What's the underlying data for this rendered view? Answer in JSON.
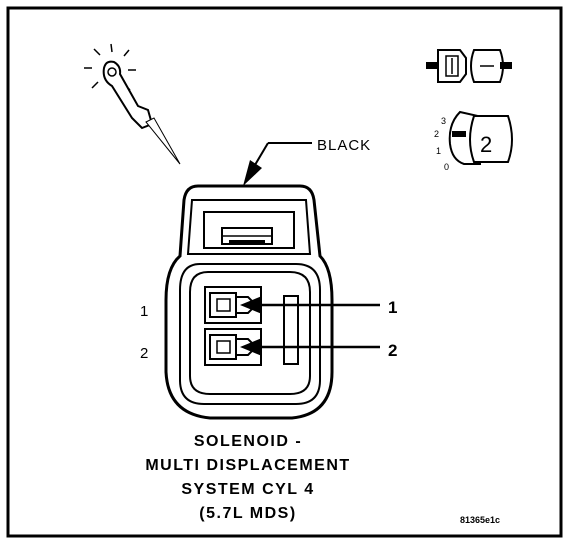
{
  "diagram": {
    "wire_color_label": "BLACK",
    "cavity_labels_left": [
      "1",
      "2"
    ],
    "cavity_labels_right": [
      "1",
      "2"
    ],
    "title_lines": [
      "SOLENOID -",
      "MULTI DISPLACEMENT",
      "SYSTEM CYL 4",
      "(5.7L MDS)"
    ],
    "figure_id": "81365e1c",
    "legend": {
      "position_numbers": [
        "3",
        "2",
        "1",
        "0"
      ],
      "connector_number": "2"
    },
    "icons": [
      "probe-icon",
      "connector-halves-icon",
      "connector-position-icon"
    ]
  }
}
